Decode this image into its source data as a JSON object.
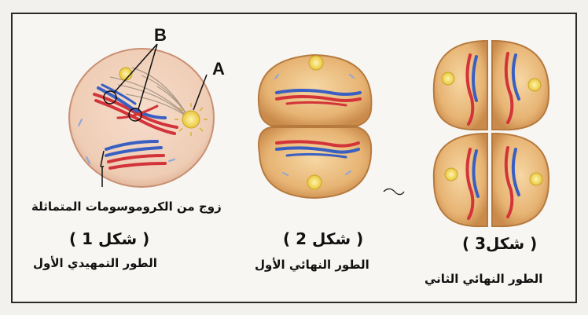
{
  "labels": {
    "B": "B",
    "A": "A",
    "homologous_pair": "زوج من الكروموسومات المتماثلة"
  },
  "figures": [
    {
      "number": "( شكل 1 )",
      "stage": "الطور التمهيدي الأول"
    },
    {
      "number": "( شكل 2 )",
      "stage": "الطور النهائي الأول"
    },
    {
      "number": "( شكل3 )",
      "stage": "الطور النهائي الثاني"
    }
  ],
  "colors": {
    "cell_fill": "#e8b97a",
    "cell_outer": "#c98a4a",
    "cell1_fill": "#f2d2bf",
    "chromosome_red": "#d2343a",
    "chromosome_blue": "#3a5fc2",
    "centrosome": "#f0d54a"
  }
}
